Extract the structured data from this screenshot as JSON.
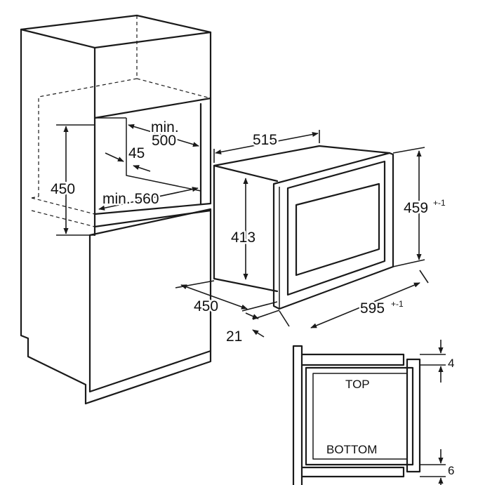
{
  "diagram": {
    "labels": {
      "min_500_top": "min.",
      "min_500_value": "500",
      "gap_45": "45",
      "height_450": "450",
      "min_560": "min. 560",
      "depth_515": "515",
      "height_413": "413",
      "height_459": "459",
      "height_459_tol": "+-1",
      "depth_450": "450",
      "width_595": "595",
      "width_595_tol": "+-1",
      "offset_21": "21",
      "detail_top_gap": "4",
      "detail_bottom_gap": "6",
      "detail_top": "TOP",
      "detail_bottom": "BOTTOM"
    },
    "colors": {
      "line": "#1a1a1a",
      "background": "#ffffff"
    }
  }
}
